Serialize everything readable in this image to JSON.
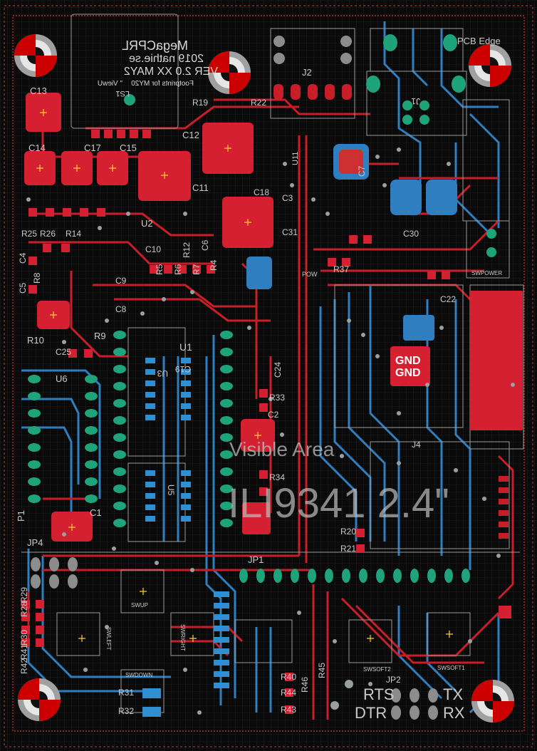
{
  "colors": {
    "background": "#0a0a0a",
    "grid": "#2e2e2e",
    "top_copper": "#d0202a",
    "bottom_copper": "#2f7fc0",
    "pad": "#1fa37a",
    "silk": "#c9c9c9",
    "outline": "#b0b0b0"
  },
  "text": {
    "mirror_title": "MegaCPRL",
    "mirror_copyright": "2019 nathie.se",
    "mirror_version": "VER 2.0 XX MAY2",
    "mirror_note": "Footprints for MY20",
    "mirror_note2": "\" ViewU",
    "visible_area": "Visible Area",
    "display_model": "ILI9341 2.4\"",
    "gnd1": "GND",
    "gnd2": "GND",
    "pcb_edge": "PCB Edge",
    "rts": "RTS",
    "dtr": "DTR",
    "tx": "TX",
    "rx": "RX",
    "swpower": "SWPOWER",
    "swup": "SWUP",
    "swleft": "SWLEFT",
    "swdown": "SWDOWN",
    "swright": "SWRIGHT",
    "swsoft1": "SWSOFT1",
    "swsoft2": "SWSOFT2",
    "pow": "POW"
  },
  "components": {
    "C13": "C13",
    "C14": "C14",
    "C17": "C17",
    "C15": "C15",
    "C11": "C11",
    "C12": "C12",
    "C18": "C18",
    "C3": "C3",
    "C7": "C7",
    "C10": "C10",
    "C6": "C6",
    "C4": "C4",
    "C5": "C5",
    "C8": "C8",
    "C9": "C9",
    "C25": "C25",
    "C24": "C24",
    "C2": "C2",
    "C1": "C1",
    "C19": "C19",
    "C22": "C22",
    "C31": "C31",
    "C30": "C30",
    "R19": "R19",
    "R22": "R22",
    "R25": "R25",
    "R26": "R26",
    "R14": "R14",
    "R12": "R12",
    "R5": "R5",
    "R6": "R6",
    "R7": "R7",
    "R4": "R4",
    "R8": "R8",
    "R10": "R10",
    "R9": "R9",
    "R33": "R33",
    "R34": "R34",
    "R20": "R20",
    "R21": "R21",
    "R29": "R29",
    "R28": "R28",
    "R30": "R30",
    "R41": "R41",
    "R42": "R42",
    "R40": "R40",
    "R43": "R43",
    "R44": "R44",
    "R31": "R31",
    "R32": "R32",
    "R46": "R46",
    "R45": "R45",
    "R37": "R37",
    "U1": "U1",
    "U2": "U2",
    "U3": "U3",
    "U5": "U5",
    "U6": "U6",
    "J1": "J1",
    "J2": "J2",
    "J4": "J4",
    "JP1": "JP1",
    "JP2": "JP2",
    "JP4": "JP4",
    "P1": "P1",
    "LS1": "LS1",
    "U11": "U11"
  }
}
